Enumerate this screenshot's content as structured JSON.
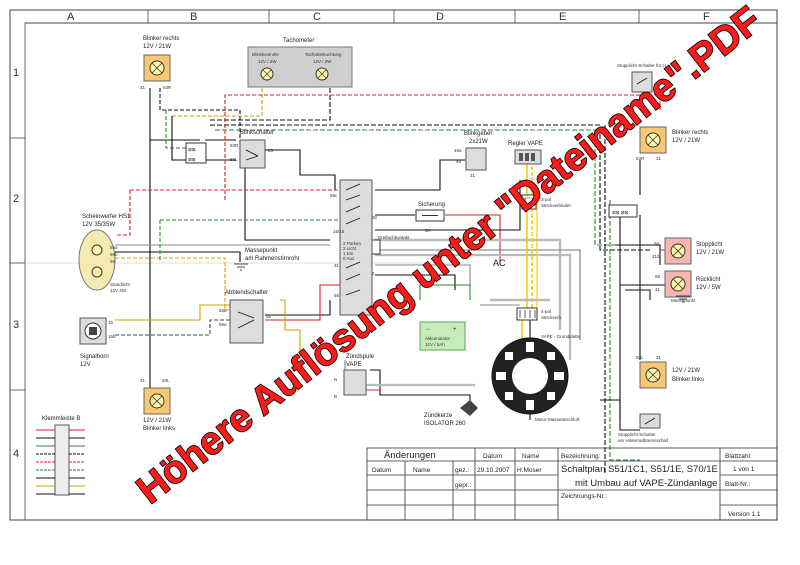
{
  "grid": {
    "columns": [
      "A",
      "B",
      "C",
      "D",
      "E",
      "F"
    ],
    "rows": [
      "1",
      "2",
      "3",
      "4"
    ]
  },
  "components": {
    "blinker_right_front": {
      "name": "Blinker rechts",
      "spec": "12V / 21W"
    },
    "tachometer": {
      "name": "Tachometer",
      "lamp1": "Blinkkontrolle",
      "lamp1_spec": "12V / 2W",
      "lamp2": "Tachobeleuchtung",
      "lamp2_spec": "12V / 2W"
    },
    "blinkschalter": {
      "name": "Blinkschalter"
    },
    "blinkgeber": {
      "name": "Blinkgeber",
      "spec": "2x21W",
      "pin_a": "49a",
      "pin_b": "49",
      "pin_c": "31"
    },
    "regler": {
      "name": "Regler VAPE"
    },
    "steckverbinder3": {
      "name": "3-pol",
      "name2": "Steckverbinder"
    },
    "sicherung": {
      "name": "Sicherung",
      "spec": "5A"
    },
    "dreifach": {
      "name": "Dreifachkontakt"
    },
    "scheinwerfer": {
      "name": "Scheinwerfer HS1",
      "spec": "12V 35/35W",
      "standlicht": "Standlicht",
      "standlicht_spec": "12V 4W"
    },
    "massepunkt_rahmen": {
      "name": "Massepunkt",
      "name2": "am Rahmenstirnrohr"
    },
    "zuendschloss": {
      "p1": "3 Parken",
      "p2": "2 Licht",
      "p3": "1 Ein",
      "p4": "0 Aus"
    },
    "ac": {
      "label": "AC"
    },
    "abblendschalter": {
      "name": "Abblendschalter"
    },
    "akku": {
      "name": "Akkumulator",
      "spec": "12V / 5Ah",
      "minus": "−",
      "plus": "+"
    },
    "steckverbinder4": {
      "name": "4-pol",
      "name2": "Steckverb."
    },
    "vape_plate": {
      "name": "VAPE - Grundplatte"
    },
    "signalhorn": {
      "name": "Signalhorn",
      "spec": "12V"
    },
    "zuendspule": {
      "name": "Zündspule",
      "name2": "VAPE"
    },
    "zuendkerze": {
      "name": "Zündkerze",
      "name2": "ISOLATOR 260"
    },
    "motor_masse": {
      "name": "Motor-Masseanschluß"
    },
    "blinker_left_front": {
      "spec": "12V / 21W",
      "name": "Blinker links"
    },
    "klemmleiste": {
      "name": "Klemmleiste B"
    },
    "stopplicht_schalter_hinten": {
      "name": "Stopplicht-Schalter für H..."
    },
    "blinker_right_rear": {
      "name": "Blinker rechts",
      "spec": "12V / 21W"
    },
    "stopplicht": {
      "name": "Stopplicht",
      "spec": "12V / 21W"
    },
    "ruecklicht": {
      "name": "Rücklicht",
      "spec": "12V / 5W"
    },
    "massepunkt2": {
      "name": "Massepunkt"
    },
    "blinker_left_rear": {
      "spec": "12V / 21W",
      "name": "Blinker links"
    },
    "stopplicht_schalter_brems": {
      "name": "Stopplicht-Schalter",
      "name2": "am Hinterradbremsschild"
    }
  },
  "pins": {
    "p31a": "31",
    "p83r": "83R",
    "p83l_b": "83L",
    "p83r_b": "83R",
    "p83": "83",
    "p59c": "59c",
    "p30": "30",
    "p1515": "15/15",
    "p31b": "31",
    "p2": "2",
    "p56": "56",
    "p56a": "56a",
    "p56b": "56b",
    "p58": "58",
    "p31c": "31",
    "p56b2": "56b",
    "p56a2": "56a",
    "p56c": "56",
    "p15": "15",
    "p15b": "15b",
    "p31d": "31",
    "p83l": "83L",
    "p54": "54",
    "p31e": "31b",
    "p58b": "58",
    "p31f": "31",
    "p83r2": "83R",
    "p83l2": "83L",
    "p31g": "31",
    "p31h": "31",
    "pn": "N",
    "pb": "B",
    "p15c": "15",
    "p54b": "54"
  },
  "watermark": {
    "text": "Höhere Auflösung unter \"Dateiname\".PDF"
  },
  "title_block": {
    "aenderungen": "Änderungen",
    "col_datum": "Datum",
    "col_name": "Name",
    "datum2": "Datum",
    "name2": "Name",
    "gez": "gez.:",
    "gez_date": "29.10.2007",
    "gez_name": "H.Moser",
    "gepr": "gepr.:",
    "bezeichnung_label": "Bezeichnung:",
    "line1": "Schaltplan S51/1C1, S51/1E, S70/1E",
    "line2": "mit Umbau auf VAPE-Zündanlage",
    "zeichnung": "Zeichnungs-Nr.:",
    "blattzahl": "Blattzahl:",
    "von": "1 von 1",
    "blatt": "Blatt-Nr.:",
    "version": "Version 1.1"
  },
  "colors": {
    "bulb": "#f7c871",
    "bulb_red": "#f4b6ae",
    "tacho": "#cfcfcf",
    "akku": "#c6ecb9",
    "wm_fill": "#ff1a1a",
    "vape": "#222"
  }
}
